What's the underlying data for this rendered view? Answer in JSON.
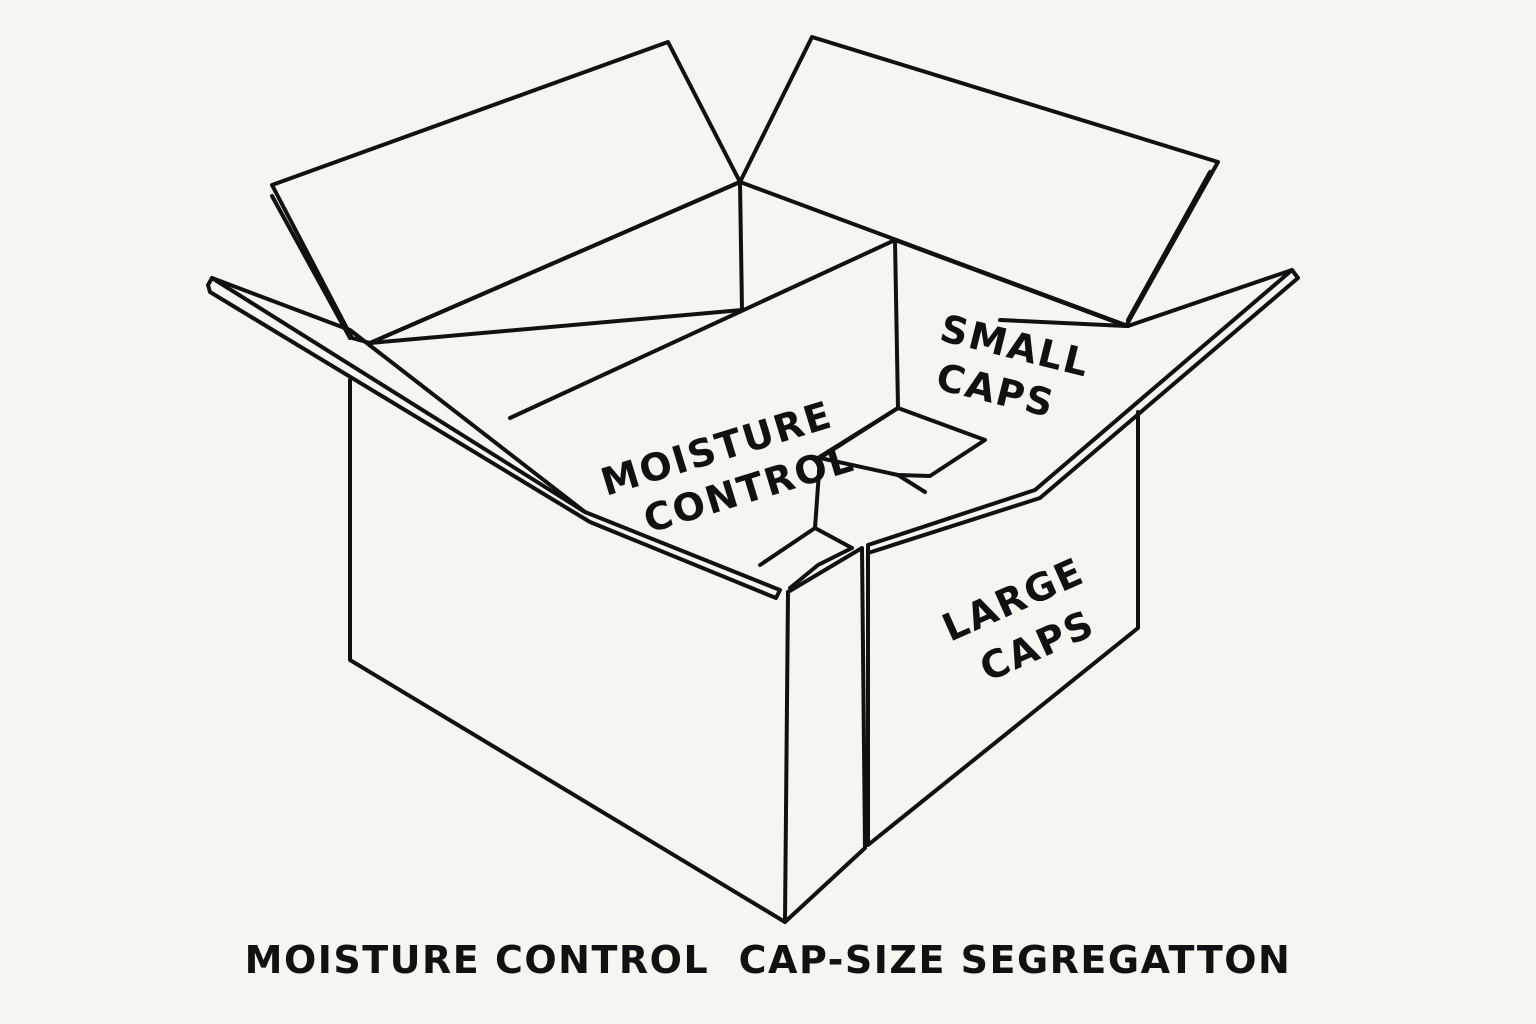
{
  "compartments": {
    "moisture_line1": "MOISTURE",
    "moisture_line2": "CONTROL",
    "small_line1": "SMALL",
    "small_line2": "CAPS",
    "large_line1": "LARGE",
    "large_line2": "CAPS"
  },
  "caption": {
    "left": "MOISTURE CONTROL",
    "right": "CAP-SIZE SEGREGATTON"
  },
  "colors": {
    "background": "#f7f5f0",
    "ink": "#111111"
  }
}
